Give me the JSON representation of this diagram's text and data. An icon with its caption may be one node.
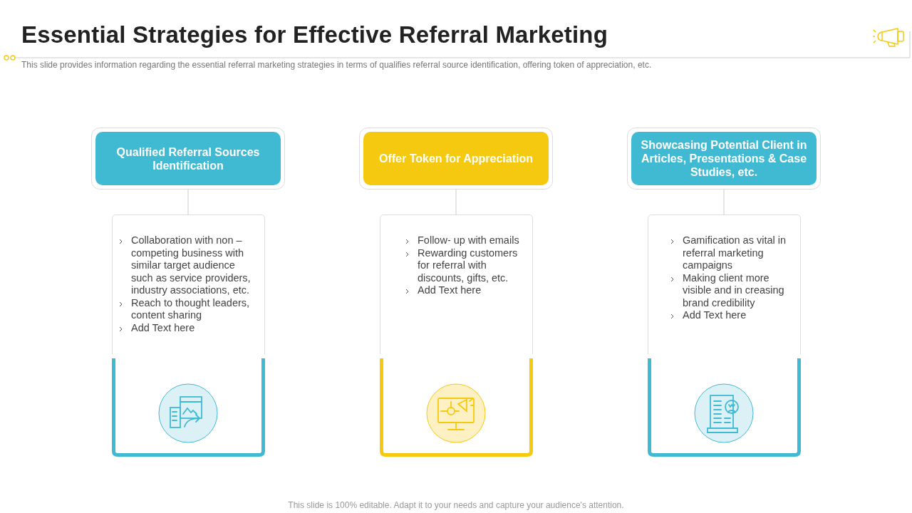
{
  "diagram": {
    "title": "Essential Strategies for Effective Referral Marketing",
    "nodes": [
      {
        "text": [
          "Qualified Referral Sources Identification"
        ]
      },
      {
        "text": [
          "Collaboration with non – competing business with similar target audience such as service providers, industry associations, etc.",
          "Reach to thought leaders, content sharing",
          "Add Text here"
        ]
      },
      {
        "text": [
          "Offer Token for Appreciation"
        ]
      },
      {
        "text": [
          "Follow- up with emails",
          "Rewarding customers for referral with discounts, gifts, etc.",
          "Add Text here"
        ]
      },
      {
        "text": [
          "Showcasing Potential Client in Articles, Presentations & Case Studies, etc."
        ]
      },
      {
        "text": [
          "Gamification as vital in referral marketing campaigns",
          "Making client more visible and in creasing brand credibility",
          "Add Text here"
        ]
      }
    ],
    "edges": [
      {
        "from": 0,
        "to": 1,
        "arrow": "none"
      },
      {
        "from": 2,
        "to": 3,
        "arrow": "none"
      },
      {
        "from": 4,
        "to": 5,
        "arrow": "none"
      }
    ],
    "labels": [
      "This slide provides information regarding the essential referral marketing strategies in terms of qualifies referral source identification, offering token of appreciation, etc.",
      "This slide is 100% editable. Adapt it to your needs and capture your audience's attention."
    ]
  }
}
